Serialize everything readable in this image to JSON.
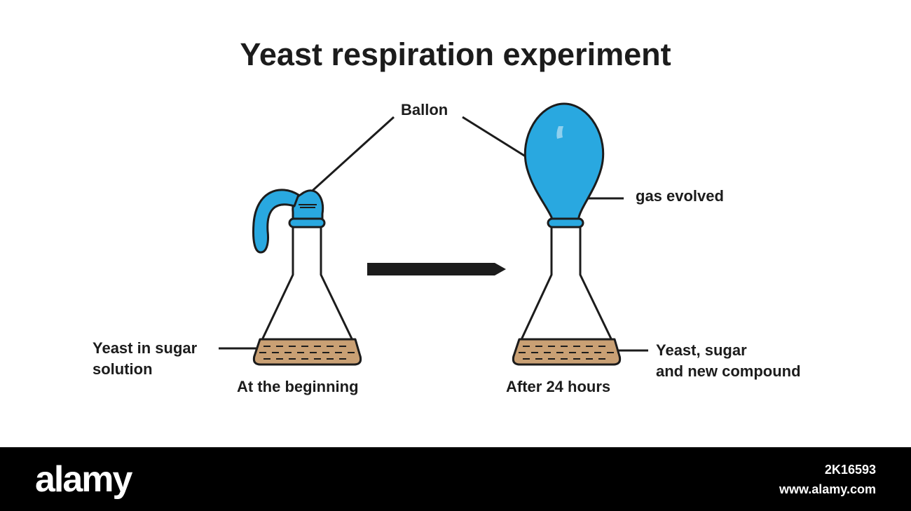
{
  "title": "Yeast respiration experiment",
  "labels": {
    "balloon": "Ballon",
    "gas": "gas evolved",
    "left_solution": [
      "Yeast in sugar",
      "solution"
    ],
    "left_caption": "At the beginning",
    "right_caption": "After 24 hours",
    "right_solution": [
      "Yeast, sugar",
      "and new compound"
    ]
  },
  "colors": {
    "balloon": "#29a8e0",
    "solution": "#c9a074",
    "ink": "#1c1c1c",
    "footer": "#000000"
  },
  "footer": {
    "brand": "alamy",
    "image_id": "2K16593",
    "url": "www.alamy.com"
  }
}
